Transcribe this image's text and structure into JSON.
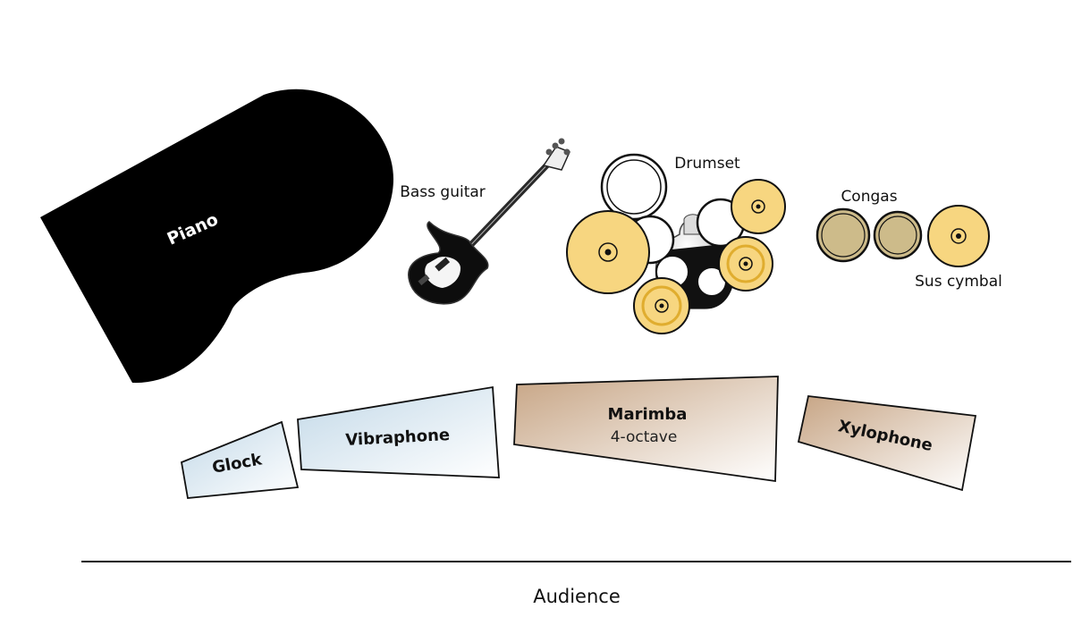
{
  "labels": {
    "piano": "Piano",
    "bass_guitar": "Bass guitar",
    "drumset": "Drumset",
    "congas": "Congas",
    "sus_cymbal": "Sus cymbal",
    "glock": "Glock",
    "vibraphone": "Vibraphone",
    "marimba": "Marimba",
    "marimba_sub": "4-octave",
    "xylophone": "Xylophone",
    "audience": "Audience"
  },
  "colors": {
    "piano": "#000000",
    "cymbal": "#f7d680",
    "cymbal_ring": "#e8b83a",
    "conga": "#cdbb8a",
    "glock_vibes_fill": "#c6dcea",
    "marimba_xylo_fill": "#c9a888",
    "outline": "#111111"
  }
}
